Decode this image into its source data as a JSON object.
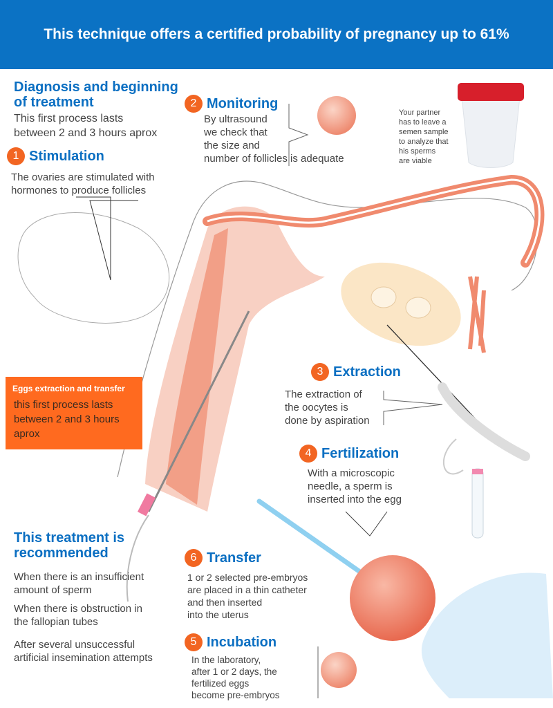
{
  "header": {
    "title": "This technique offers a certified probability of pregnancy up to 61%"
  },
  "colors": {
    "brand_blue": "#0b72c4",
    "accent_orange": "#f26522",
    "box_orange": "#ff6a1f"
  },
  "diagnosis": {
    "title_line1": "Diagnosis and beginning",
    "title_line2": "of treatment",
    "line1": "This first process lasts",
    "line2": "between 2 and 3 hours aprox"
  },
  "steps": {
    "stimulation": {
      "num": "1",
      "title": "Stimulation",
      "line1": "The ovaries are stimulated with",
      "line2": "hormones to produce follicles"
    },
    "monitoring": {
      "num": "2",
      "title": "Monitoring",
      "line1": "By ultrasound",
      "line2": "we check that",
      "line3": "the size and",
      "line4": "number of follicles is adequate"
    },
    "extraction": {
      "num": "3",
      "title": "Extraction",
      "line1": "The extraction of",
      "line2": "the oocytes is",
      "line3": "done by aspiration"
    },
    "fertilization": {
      "num": "4",
      "title": "Fertilization",
      "line1": "With a microscopic",
      "line2": "needle, a sperm is",
      "line3": "inserted into the egg"
    },
    "incubation": {
      "num": "5",
      "title": "Incubation",
      "line1": "In the laboratory,",
      "line2": "after 1 or 2 days, the",
      "line3": "fertilized eggs",
      "line4": "become pre-embryos"
    },
    "transfer": {
      "num": "6",
      "title": "Transfer",
      "line1": "1 or 2 selected pre-embryos",
      "line2": "are placed in a thin catheter",
      "line3": "and then inserted",
      "line4": "into the uterus"
    }
  },
  "partner": {
    "line1": "Your partner",
    "line2": "has to leave a",
    "line3": "semen sample",
    "line4": "to analyze that",
    "line5": "his sperms",
    "line6": "are viable"
  },
  "eggs_box": {
    "title": "Eggs extraction and transfer",
    "line1": "this first process lasts",
    "line2": "between 2 and 3 hours",
    "line3": "aprox"
  },
  "recommended": {
    "title_line1": "This treatment is",
    "title_line2": "recommended",
    "items": [
      {
        "line1": "When there is an insufficient",
        "line2": "amount of sperm"
      },
      {
        "line1": "When there is obstruction in",
        "line2": "the fallopian tubes"
      },
      {
        "line1": "After several unsuccessful",
        "line2": "artificial insemination attempts"
      }
    ]
  }
}
